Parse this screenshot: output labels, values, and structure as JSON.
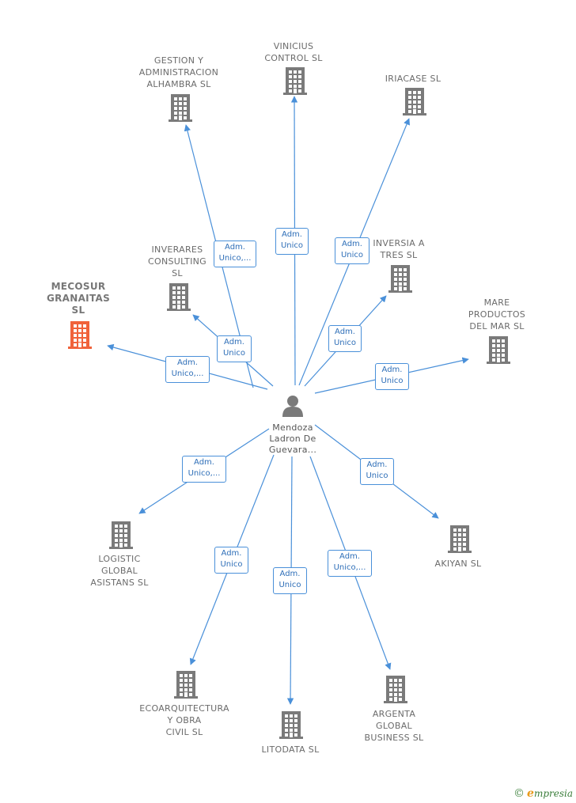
{
  "center": {
    "label": "Mendoza\nLadron De\nGuevara...",
    "icon": "person-icon"
  },
  "colors": {
    "edge": "#4a90d9",
    "building": "#7a7a7a",
    "focus_building": "#f0623a"
  },
  "nodes": [
    {
      "id": "gestion",
      "label": "GESTION Y\nADMINISTRACION\nALHAMBRA SL",
      "focus": false,
      "badge": "Adm.\nUnico,..."
    },
    {
      "id": "vinicius",
      "label": "VINICIUS\nCONTROL SL",
      "focus": false,
      "badge": "Adm.\nUnico"
    },
    {
      "id": "iriacase",
      "label": "IRIACASE SL",
      "focus": false,
      "badge": "Adm.\nUnico"
    },
    {
      "id": "inverares",
      "label": "INVERARES\nCONSULTING\nSL",
      "focus": false,
      "badge": "Adm.\nUnico"
    },
    {
      "id": "inversia",
      "label": "INVERSIA A\nTRES SL",
      "focus": false,
      "badge": "Adm.\nUnico"
    },
    {
      "id": "mecosur",
      "label": "MECOSUR\nGRANAITAS\nSL",
      "focus": true,
      "badge": "Adm.\nUnico,..."
    },
    {
      "id": "mare",
      "label": "MARE\nPRODUCTOS\nDEL MAR SL",
      "focus": false,
      "badge": "Adm.\nUnico"
    },
    {
      "id": "logistic",
      "label": "LOGISTIC\nGLOBAL\nASISTANS SL",
      "focus": false,
      "badge": "Adm.\nUnico,..."
    },
    {
      "id": "akiyan",
      "label": "AKIYAN SL",
      "focus": false,
      "badge": "Adm.\nUnico"
    },
    {
      "id": "ecoarq",
      "label": "ECOARQUITECTURA\nY OBRA\nCIVIL SL",
      "focus": false,
      "badge": "Adm.\nUnico"
    },
    {
      "id": "litodata",
      "label": "LITODATA SL",
      "focus": false,
      "badge": "Adm.\nUnico"
    },
    {
      "id": "argenta",
      "label": "ARGENTA\nGLOBAL\nBUSINESS SL",
      "focus": false,
      "badge": "Adm.\nUnico,..."
    }
  ],
  "footer": {
    "copyright": "©",
    "brand_initial": "e",
    "brand_rest": "mpresia"
  }
}
